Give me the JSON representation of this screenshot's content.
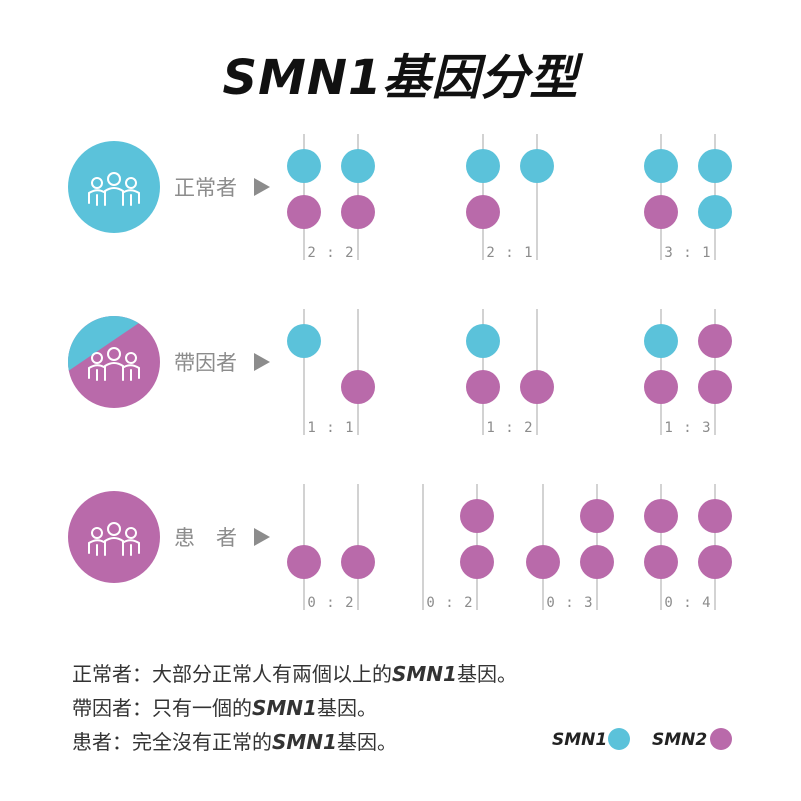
{
  "title": "SMN1基因分型",
  "colors": {
    "smn1": "#5bc2da",
    "smn2": "#b96aaa",
    "line": "#b5b5b5",
    "text_grey": "#8c8c8c"
  },
  "rows": [
    {
      "label": "正常者",
      "icon": "group-of-people-icon",
      "avatar": "full-smn1",
      "groups": [
        {
          "ratio": "2 : 2",
          "columns": [
            [
              "smn1",
              "smn2"
            ],
            [
              "smn1",
              "smn2"
            ]
          ]
        },
        {
          "ratio": "2 : 1",
          "columns": [
            [
              "smn1",
              "smn2"
            ],
            [
              "smn1"
            ]
          ]
        },
        {
          "ratio": "3 : 1",
          "columns": [
            [
              "smn1",
              "smn2"
            ],
            [
              "smn1",
              "smn1"
            ]
          ]
        }
      ]
    },
    {
      "label": "帶因者",
      "icon": "group-of-people-icon",
      "avatar": "split",
      "groups": [
        {
          "ratio": "1 : 1",
          "columns": [
            [
              "smn1",
              null
            ],
            [
              null,
              "smn2"
            ]
          ]
        },
        {
          "ratio": "1 : 2",
          "columns": [
            [
              "smn1",
              "smn2"
            ],
            [
              null,
              "smn2"
            ]
          ]
        },
        {
          "ratio": "1 : 3",
          "columns": [
            [
              "smn1",
              "smn2"
            ],
            [
              "smn2",
              "smn2"
            ]
          ]
        }
      ]
    },
    {
      "label": "患　者",
      "icon": "group-of-people-icon",
      "avatar": "full-smn2",
      "groups": [
        {
          "ratio": "0 : 2",
          "columns": [
            [
              null,
              "smn2"
            ],
            [
              null,
              "smn2"
            ]
          ]
        },
        {
          "ratio": "0 : 2",
          "columns": [
            [
              null
            ],
            [
              "smn2",
              "smn2"
            ]
          ]
        },
        {
          "ratio": "0 : 3",
          "columns": [
            [
              null,
              "smn2"
            ],
            [
              "smn2",
              "smn2"
            ]
          ]
        },
        {
          "ratio": "0 : 4",
          "columns": [
            [
              "smn2",
              "smn2"
            ],
            [
              "smn2",
              "smn2"
            ]
          ]
        }
      ]
    }
  ],
  "notes": [
    {
      "prefix": "正常者：大部分正常人有兩個以上的",
      "em": "SMN1",
      "suffix": "基因。"
    },
    {
      "prefix": "帶因者：只有一個的",
      "em": "SMN1",
      "suffix": "基因。"
    },
    {
      "prefix": "患者：完全沒有正常的",
      "em": "SMN1",
      "suffix": "基因。"
    }
  ],
  "legend": [
    {
      "label": "SMN1",
      "color_key": "smn1"
    },
    {
      "label": "SMN2",
      "color_key": "smn2"
    }
  ]
}
